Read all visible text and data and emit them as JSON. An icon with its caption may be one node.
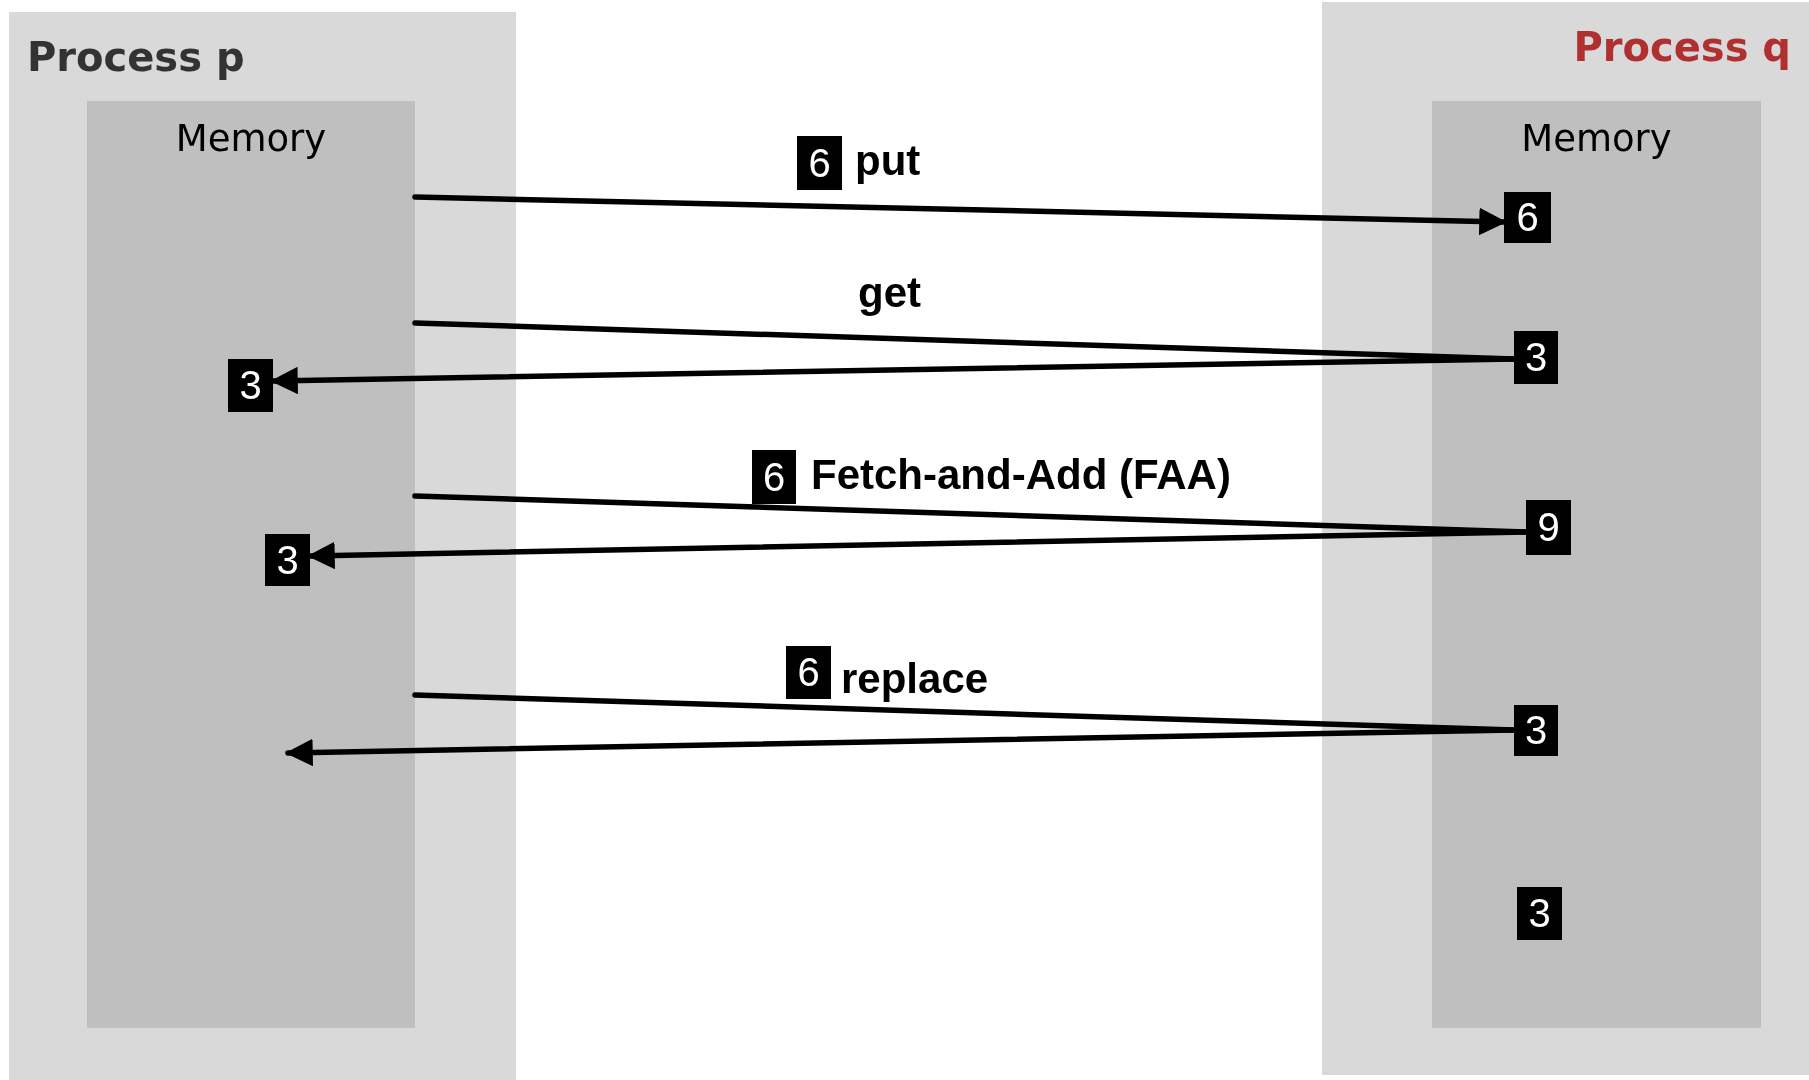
{
  "diagram": {
    "nodes": [
      {
        "text": [
          "Process p"
        ]
      },
      {
        "text": [
          "Memory"
        ],
        "in": 0
      },
      {
        "text": [
          "3"
        ],
        "in": 1
      },
      {
        "text": [
          "3"
        ],
        "in": 1
      },
      {
        "text": [
          "Process q"
        ]
      },
      {
        "text": [
          "Memory"
        ],
        "in": 4
      },
      {
        "text": [
          "6"
        ],
        "in": 5
      },
      {
        "text": [
          "3"
        ],
        "in": 5
      },
      {
        "text": [
          "9"
        ],
        "in": 5
      },
      {
        "text": [
          "3"
        ],
        "in": 5
      },
      {
        "text": [
          "3"
        ],
        "in": 5
      },
      {
        "text": [
          "6"
        ]
      },
      {
        "text": [
          "6"
        ]
      },
      {
        "text": [
          "6"
        ]
      }
    ],
    "edges": [
      {
        "from": 1,
        "to": 6,
        "arrow": "to",
        "label": "put"
      },
      {
        "from": 1,
        "to": 7,
        "arrow": "none",
        "label": "get"
      },
      {
        "from": 7,
        "to": 2,
        "arrow": "to"
      },
      {
        "from": 1,
        "to": 8,
        "arrow": "none",
        "label": "Fetch-and-Add (FAA)"
      },
      {
        "from": 8,
        "to": 3,
        "arrow": "to"
      },
      {
        "from": 1,
        "to": 9,
        "arrow": "none",
        "label": "replace"
      },
      {
        "from": 9,
        "to": null,
        "arrow": "to"
      }
    ]
  }
}
